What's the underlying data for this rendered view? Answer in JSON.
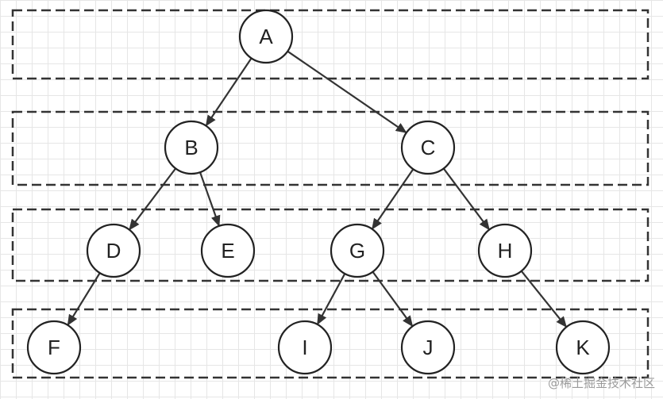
{
  "tree": {
    "nodes": [
      {
        "id": "A",
        "label": "A",
        "level": 0
      },
      {
        "id": "B",
        "label": "B",
        "level": 1
      },
      {
        "id": "C",
        "label": "C",
        "level": 1
      },
      {
        "id": "D",
        "label": "D",
        "level": 2
      },
      {
        "id": "E",
        "label": "E",
        "level": 2
      },
      {
        "id": "G",
        "label": "G",
        "level": 2
      },
      {
        "id": "H",
        "label": "H",
        "level": 2
      },
      {
        "id": "F",
        "label": "F",
        "level": 3
      },
      {
        "id": "I",
        "label": "I",
        "level": 3
      },
      {
        "id": "J",
        "label": "J",
        "level": 3
      },
      {
        "id": "K",
        "label": "K",
        "level": 3
      }
    ],
    "edges": [
      [
        "A",
        "B"
      ],
      [
        "A",
        "C"
      ],
      [
        "B",
        "D"
      ],
      [
        "B",
        "E"
      ],
      [
        "C",
        "G"
      ],
      [
        "C",
        "H"
      ],
      [
        "D",
        "F"
      ],
      [
        "G",
        "I"
      ],
      [
        "G",
        "J"
      ],
      [
        "H",
        "K"
      ]
    ],
    "level_groups": 4
  },
  "watermark": {
    "text": "@稀土掘金技术社区"
  },
  "colors": {
    "stroke": "#222222",
    "grid": "#e6e6e6",
    "watermark": "#9a9a9a"
  }
}
